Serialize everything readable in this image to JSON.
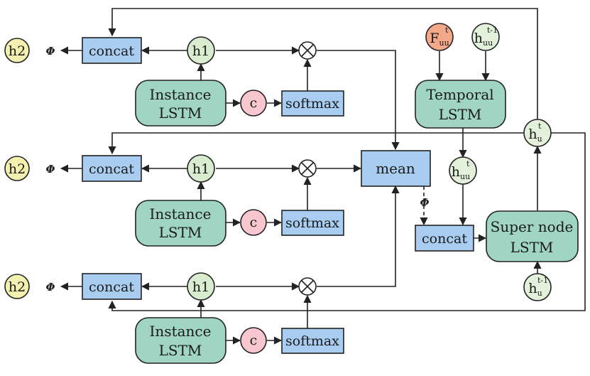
{
  "labels": {
    "concat": "concat",
    "softmax": "softmax",
    "mean": "mean",
    "instance_line1": "Instance",
    "instance_line2": "LSTM",
    "temporal_line1": "Temporal",
    "temporal_line2": "LSTM",
    "supernode_line1": "Super node",
    "supernode_line2": "LSTM",
    "h1": "h1",
    "h2": "h2",
    "c": "c",
    "phi": "Φ",
    "F": "F",
    "h": "h",
    "sub_uu": "uu",
    "sub_u": "u",
    "sup_t": "t",
    "sup_t_minus_1": "t-1"
  },
  "colors": {
    "concat_fill": "#a9cdf0",
    "mean_fill": "#a9cdf0",
    "softmax_fill": "#a9cdf0",
    "lstm_fill": "#9fd5c2",
    "h1_fill": "#d8ecd0",
    "h2_fill": "#f4f1b0",
    "c_fill": "#f8c6cf",
    "F_fill": "#f4a88a",
    "state_fill": "#e3f1da",
    "stroke": "#222222"
  }
}
